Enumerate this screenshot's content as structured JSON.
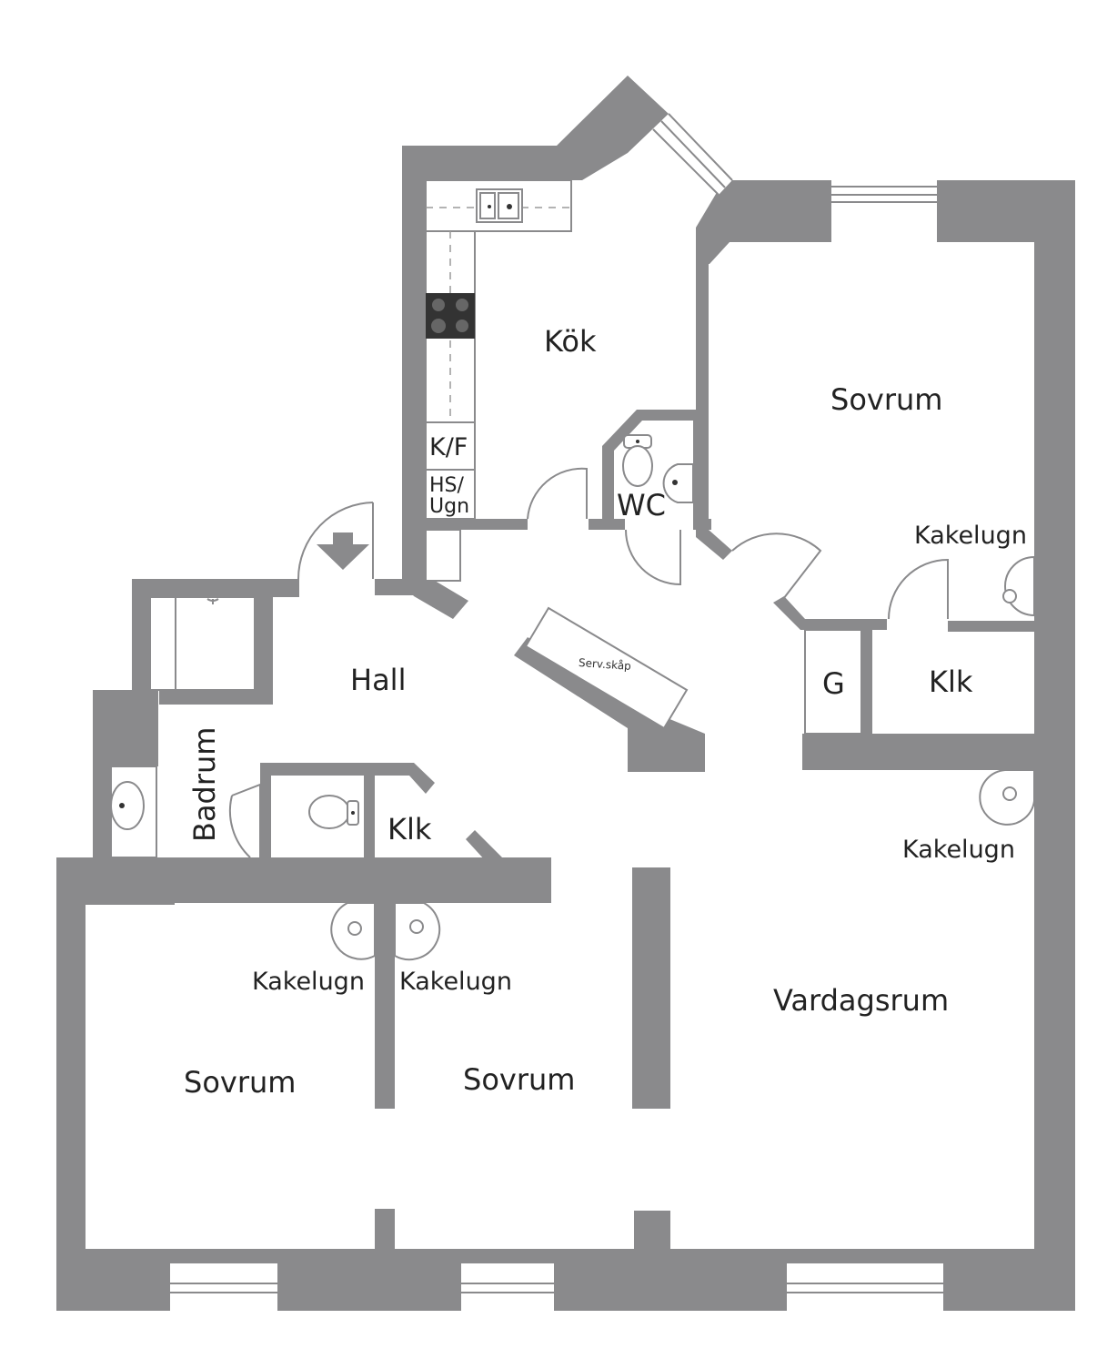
{
  "rooms": {
    "kok": "Kök",
    "sovrum_ne": "Sovrum",
    "wc": "WC",
    "hall": "Hall",
    "badrum": "Badrum",
    "klk_hall": "Klk",
    "klk_ne": "Klk",
    "g": "G",
    "vardagsrum": "Vardagsrum",
    "sovrum_sw": "Sovrum",
    "sovrum_s": "Sovrum"
  },
  "fixtures": {
    "kf": "K/F",
    "hs_line1": "HS/",
    "hs_line2": "Ugn",
    "serv_skap": "Serv.skåp"
  },
  "kakelugn": {
    "ne": "Kakelugn",
    "e": "Kakelugn",
    "sw": "Kakelugn",
    "s": "Kakelugn"
  },
  "colors": {
    "wall": "#8a8a8c",
    "background": "#ffffff",
    "text": "#222222"
  }
}
